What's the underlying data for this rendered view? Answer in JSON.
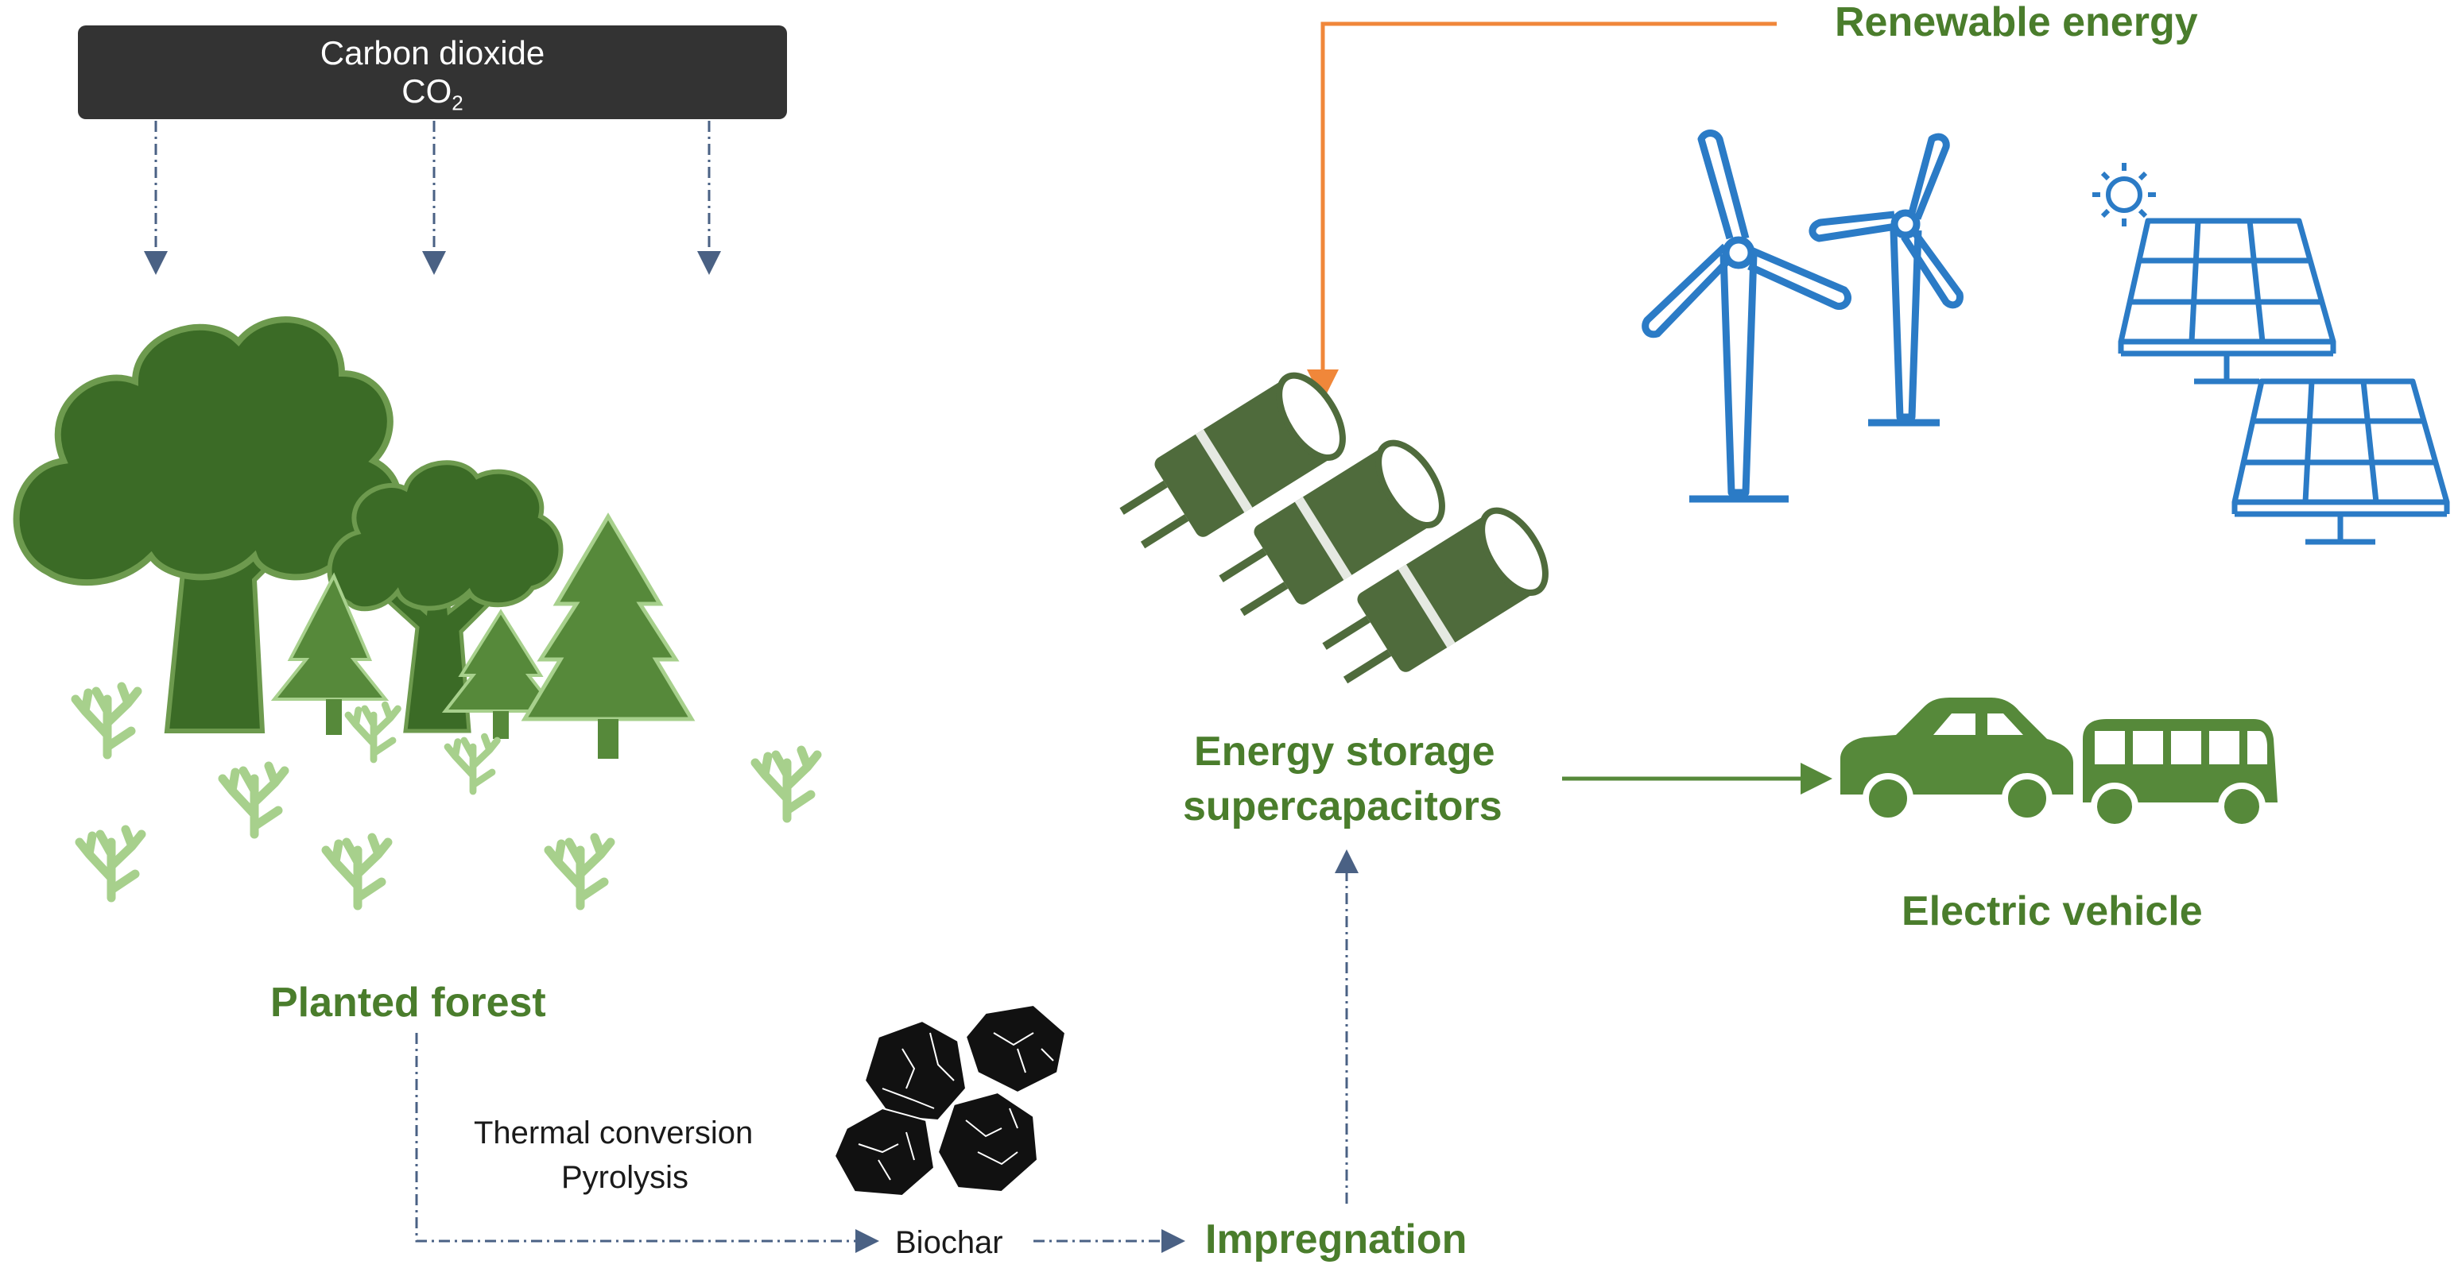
{
  "co2": {
    "title": "Carbon dioxide",
    "formula_base": "CO",
    "formula_sub": "2"
  },
  "labels": {
    "renewable_energy": "Renewable energy",
    "planted_forest": "Planted forest",
    "energy_storage_line1": "Energy storage",
    "energy_storage_line2": "supercapacitors",
    "electric_vehicle": "Electric vehicle",
    "thermal_conversion": "Thermal conversion",
    "pyrolysis": "Pyrolysis",
    "biochar": "Biochar",
    "impregnation": "Impregnation"
  },
  "colors": {
    "green_text": "#4a7d2c",
    "dark_green": "#3b6b26",
    "mid_green": "#56893a",
    "light_green": "#a7d08c",
    "capacitor_green": "#4f6b3c",
    "blue_icons": "#2b7bc6",
    "orange_arrow": "#f0873a",
    "dashed_arrow": "#4a6184",
    "box_bg": "#333333",
    "biochar": "#111111"
  },
  "icons": [
    "tree-icon",
    "pine-tree-icon",
    "seedling-icon",
    "wind-turbine-icon",
    "solar-panel-icon",
    "sun-icon",
    "capacitor-icon",
    "car-icon",
    "bus-icon",
    "biochar-icon"
  ]
}
